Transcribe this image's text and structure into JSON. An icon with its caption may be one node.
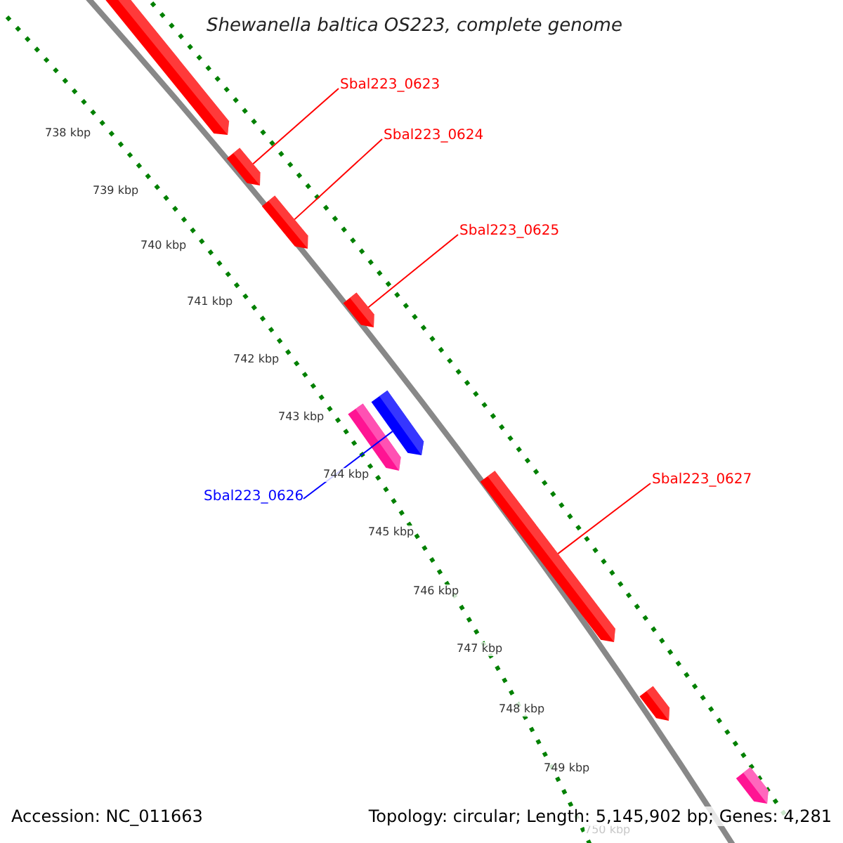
{
  "diagram": {
    "title": "Shewanella baltica OS223, complete genome",
    "nodes": [
      {
        "text": [
          "Sbal223_0623"
        ]
      },
      {
        "text": [
          "Sbal223_0624"
        ]
      },
      {
        "text": [
          "Sbal223_0625"
        ]
      },
      {
        "text": [
          "Sbal223_0626"
        ]
      },
      {
        "text": [
          "Sbal223_0627"
        ]
      },
      {
        "text": [],
        "shape": "bar"
      },
      {
        "text": [],
        "shape": "bar"
      },
      {
        "text": [],
        "shape": "bar"
      },
      {
        "text": [],
        "shape": "bar"
      },
      {
        "text": [],
        "shape": "bar"
      },
      {
        "text": [],
        "shape": "bar"
      },
      {
        "text": [],
        "shape": "bar"
      },
      {
        "text": [],
        "shape": "bar"
      },
      {
        "text": [],
        "shape": "bar"
      }
    ],
    "edges": [
      {
        "from": 0,
        "to": 6,
        "arrow": "none"
      },
      {
        "from": 1,
        "to": 7,
        "arrow": "none"
      },
      {
        "from": 2,
        "to": 8,
        "arrow": "none"
      },
      {
        "from": 3,
        "to": 9,
        "arrow": "none",
        "color": "#0000ff"
      },
      {
        "from": 4,
        "to": 11,
        "arrow": "none"
      }
    ],
    "labels": [
      "738 kbp",
      "739 kbp",
      "740 kbp",
      "741 kbp",
      "742 kbp",
      "743 kbp",
      "744 kbp",
      "745 kbp",
      "746 kbp",
      "747 kbp",
      "748 kbp",
      "749 kbp",
      "750 kbp",
      "Accession: NC_011663",
      "Topology: circular; Length: 5,145,902 bp; Genes: 4,281"
    ]
  }
}
